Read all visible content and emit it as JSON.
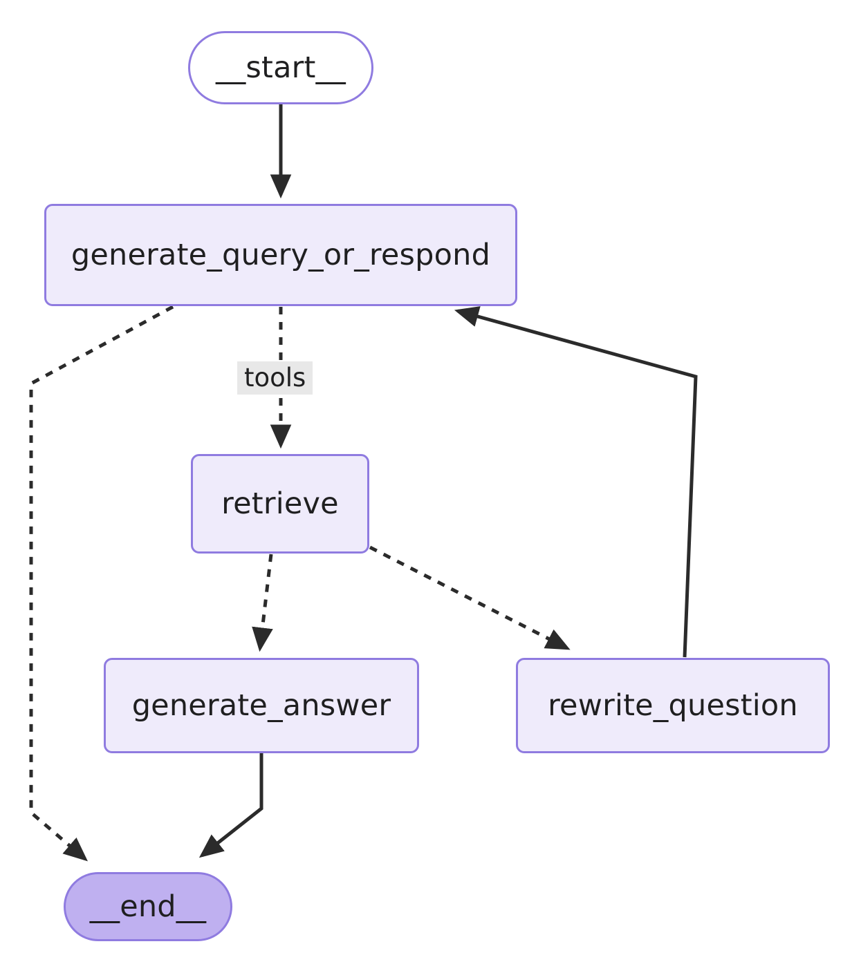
{
  "diagram": {
    "type": "flowchart",
    "title": "",
    "direction": "top-down",
    "background_color": "#ffffff",
    "node_fill": "#EFEBFB",
    "node_border": "#8F7BE0",
    "terminal_end_fill": "#BFB0F0",
    "terminal_start_fill": "#ffffff",
    "edge_color": "#2b2b2b",
    "edge_label_background": "#E8E8E8",
    "text_color": "#1f1f20"
  },
  "nodes": [
    {
      "id": "start",
      "label": "__start__",
      "shape": "stadium",
      "style": "start"
    },
    {
      "id": "generate_query_or_respond",
      "label": "generate_query_or_respond",
      "shape": "rounded-rect",
      "style": "process"
    },
    {
      "id": "retrieve",
      "label": "retrieve",
      "shape": "rounded-rect",
      "style": "process"
    },
    {
      "id": "generate_answer",
      "label": "generate_answer",
      "shape": "rounded-rect",
      "style": "process"
    },
    {
      "id": "rewrite_question",
      "label": "rewrite_question",
      "shape": "rounded-rect",
      "style": "process"
    },
    {
      "id": "end",
      "label": "__end__",
      "shape": "stadium",
      "style": "end"
    }
  ],
  "edges": [
    {
      "id": "e1",
      "from": "start",
      "to": "generate_query_or_respond",
      "style": "solid",
      "label": ""
    },
    {
      "id": "e2",
      "from": "generate_query_or_respond",
      "to": "end",
      "style": "dashed",
      "label": ""
    },
    {
      "id": "e3",
      "from": "generate_query_or_respond",
      "to": "retrieve",
      "style": "dashed",
      "label": "tools"
    },
    {
      "id": "e4",
      "from": "retrieve",
      "to": "generate_answer",
      "style": "dashed",
      "label": ""
    },
    {
      "id": "e5",
      "from": "retrieve",
      "to": "rewrite_question",
      "style": "dashed",
      "label": ""
    },
    {
      "id": "e6",
      "from": "rewrite_question",
      "to": "generate_query_or_respond",
      "style": "solid",
      "label": ""
    },
    {
      "id": "e7",
      "from": "generate_answer",
      "to": "end",
      "style": "solid",
      "label": ""
    }
  ],
  "edge_labels": {
    "tools": "tools"
  }
}
